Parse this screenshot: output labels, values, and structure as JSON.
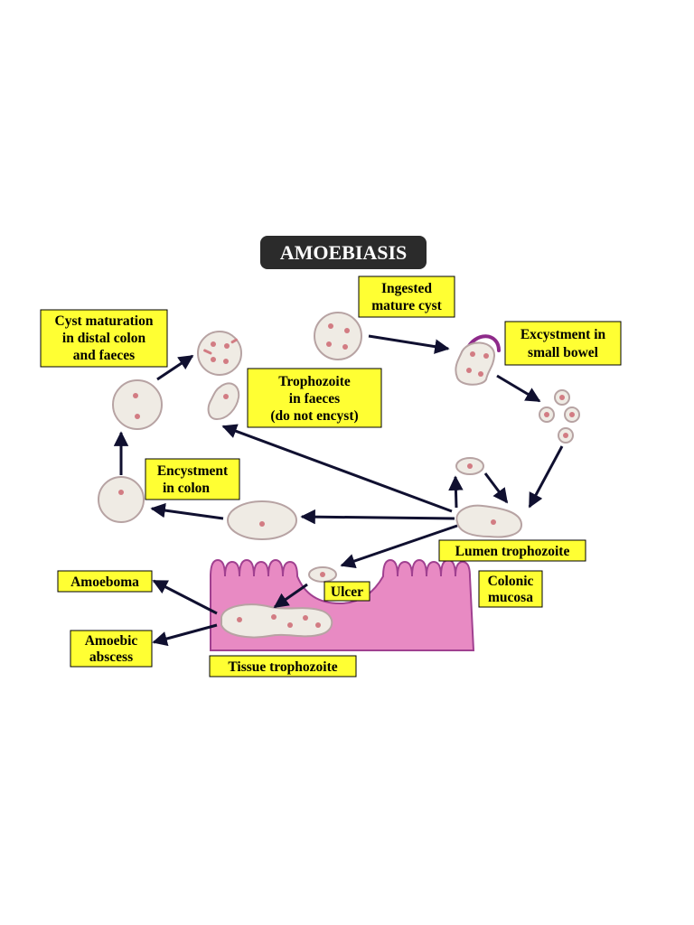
{
  "title": "AMOEBIASIS",
  "labels": {
    "ingested": [
      "Ingested",
      "mature cyst"
    ],
    "excystment": [
      "Excystment in",
      "small bowel"
    ],
    "cyst_maturation": [
      "Cyst maturation",
      "in distal colon",
      "and faeces"
    ],
    "troph_faeces": [
      "Trophozoite",
      "in faeces",
      "(do not encyst)"
    ],
    "encystment": [
      "Encystment",
      "in colon"
    ],
    "lumen": [
      "Lumen trophozoite"
    ],
    "colonic": [
      "Colonic",
      "mucosa"
    ],
    "ulcer": [
      "Ulcer"
    ],
    "amoeboma": [
      "Amoeboma"
    ],
    "abscess": [
      "Amoebic",
      "abscess"
    ],
    "tissue": [
      "Tissue trophozoite"
    ]
  },
  "colors": {
    "label_fill": "#ffff33",
    "title_bg": "#2b2b2b",
    "cell_fill": "#efebe4",
    "cell_stroke": "#b7a3a3",
    "nucleus": "#d27c83",
    "mucosa": "#e88ac3",
    "mucosa_edge": "#a04090",
    "cap_purple": "#8e2a8a",
    "arrow": "#101030"
  }
}
